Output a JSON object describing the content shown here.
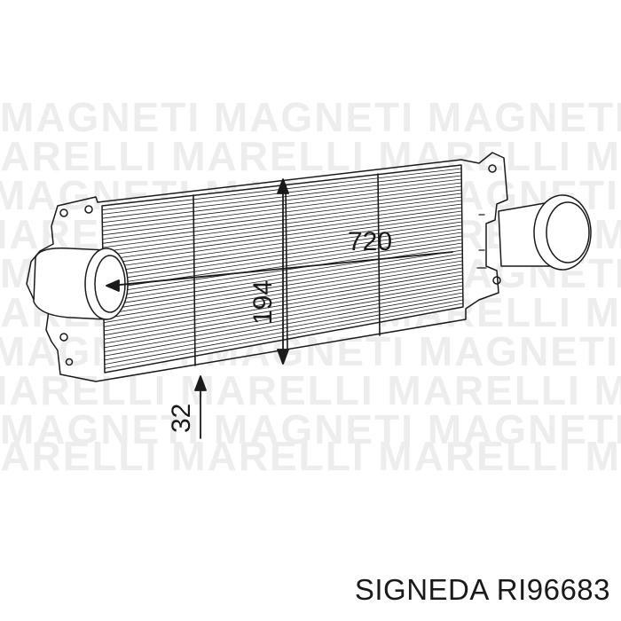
{
  "watermark": {
    "lines": [
      "MAGNETI MAGNETI MAGNETI MAGNETI",
      "MARELLI MARELLI MARELLI MARELLI"
    ]
  },
  "dimensions": {
    "length": "720",
    "height": "194",
    "thickness": "32"
  },
  "caption": {
    "brand": "SIGNEDA",
    "part_number": "RI96683"
  },
  "colors": {
    "line": "#1a1a1a",
    "watermark": "#ededed",
    "background": "#ffffff"
  }
}
